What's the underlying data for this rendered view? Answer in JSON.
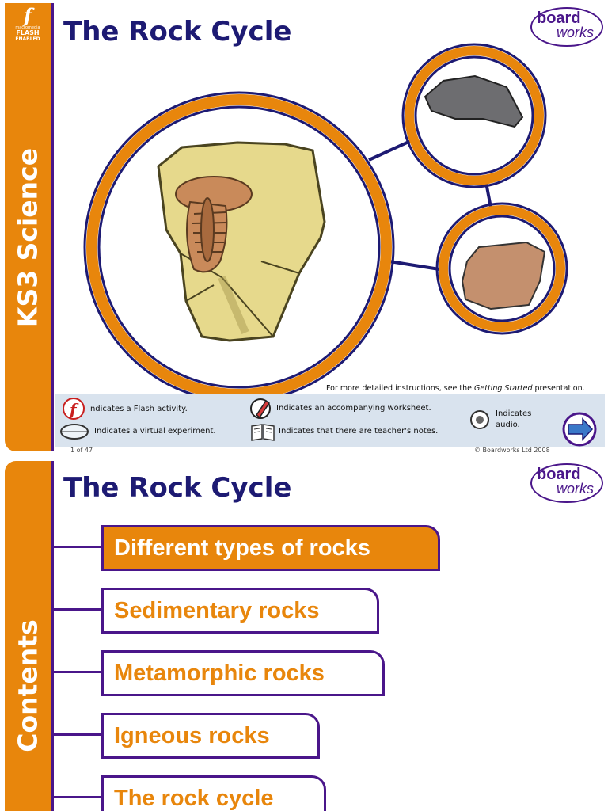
{
  "slide1": {
    "side_label": "KS3 Science",
    "title": "The Rock Cycle",
    "flash_badge": {
      "line1": "macromedia",
      "line2": "FLASH",
      "line3": "ENABLED"
    },
    "logo": {
      "word1": "board",
      "word2": "works"
    },
    "instructions": {
      "before": "For more detailed instructions, see the ",
      "italic": "Getting Started",
      "after": " presentation."
    },
    "key": {
      "flash": "Indicates a Flash activity.",
      "worksheet": "Indicates an accompanying worksheet.",
      "audio_line1": "Indicates",
      "audio_line2": "audio.",
      "virtual": "Indicates a virtual experiment.",
      "notes": "Indicates that there are teacher's notes."
    },
    "footer": {
      "page": "1 of 47",
      "copyright": "© Boardworks Ltd 2008"
    }
  },
  "slide2": {
    "side_label": "Contents",
    "title": "The Rock Cycle",
    "logo": {
      "word1": "board",
      "word2": "works"
    },
    "menu": [
      {
        "label": "Different types of rocks"
      },
      {
        "label": "Sedimentary rocks"
      },
      {
        "label": "Metamorphic rocks"
      },
      {
        "label": "Igneous rocks"
      },
      {
        "label": "The rock cycle"
      }
    ]
  },
  "colors": {
    "orange": "#e8860c",
    "purple": "#4a168a",
    "navy": "#1d1a73",
    "key_bar": "#d9e3ee"
  },
  "icons": [
    "flash-icon",
    "pencil-icon",
    "goggles-icon",
    "book-icon",
    "speaker-icon",
    "next-arrow-icon"
  ]
}
